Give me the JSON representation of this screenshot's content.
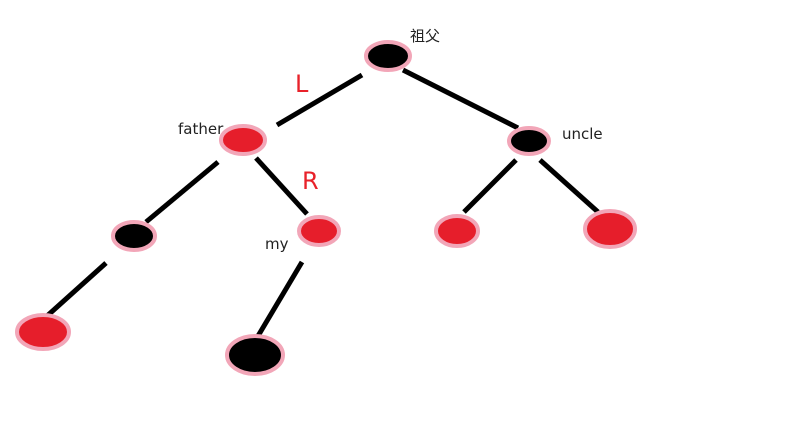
{
  "colors": {
    "red": "#e61e2b",
    "black": "#000000",
    "ring": "#f2a6b8",
    "edge": "#000000",
    "direction": "#e8222a"
  },
  "labels": {
    "grandfather": "祖父",
    "father": "father",
    "uncle": "uncle",
    "my": "my",
    "left": "L",
    "right": "R"
  },
  "nodes": [
    {
      "id": "grandfather",
      "color": "black"
    },
    {
      "id": "father",
      "color": "red"
    },
    {
      "id": "uncle",
      "color": "black"
    },
    {
      "id": "father-left",
      "color": "black"
    },
    {
      "id": "my",
      "color": "red"
    },
    {
      "id": "uncle-left",
      "color": "red"
    },
    {
      "id": "uncle-right",
      "color": "red"
    },
    {
      "id": "father-left-left",
      "color": "red"
    },
    {
      "id": "my-left",
      "color": "black"
    }
  ],
  "edges": [
    {
      "from": "grandfather",
      "to": "father",
      "direction": "L"
    },
    {
      "from": "grandfather",
      "to": "uncle"
    },
    {
      "from": "father",
      "to": "father-left"
    },
    {
      "from": "father",
      "to": "my",
      "direction": "R"
    },
    {
      "from": "uncle",
      "to": "uncle-left"
    },
    {
      "from": "uncle",
      "to": "uncle-right"
    },
    {
      "from": "father-left",
      "to": "father-left-left"
    },
    {
      "from": "my",
      "to": "my-left"
    }
  ]
}
